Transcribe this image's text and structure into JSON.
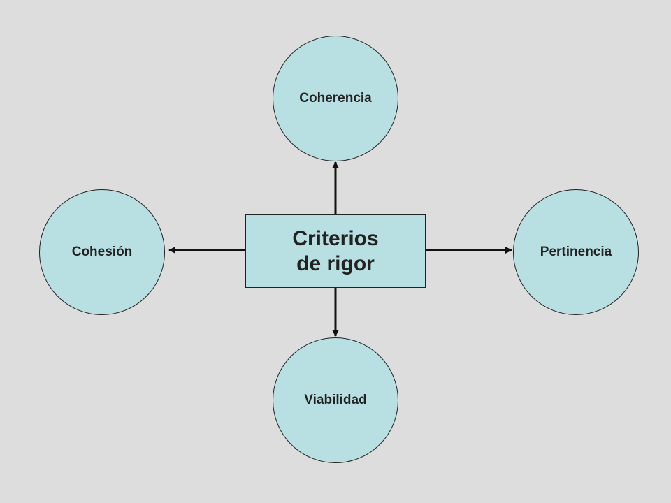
{
  "center": {
    "line1": "Criterios",
    "line2": "de rigor"
  },
  "nodes": {
    "top": "Coherencia",
    "left": "Cohesión",
    "right": "Pertinencia",
    "bottom": "Viabilidad"
  },
  "colors": {
    "background": "#dddddd",
    "node_fill": "#b8dfe2",
    "stroke": "#222222"
  }
}
